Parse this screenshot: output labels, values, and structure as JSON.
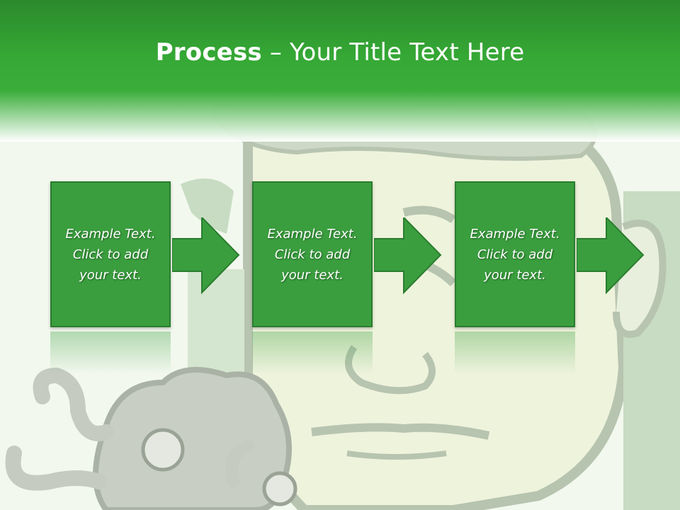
{
  "slide": {
    "title_bold": "Process",
    "title_rest": " – Your Title Text Here"
  },
  "steps": [
    {
      "text": "Example Text.\nClick  to add\nyour text."
    },
    {
      "text": "Example Text.\nClick  to add\nyour text."
    },
    {
      "text": "Example Text.\nClick  to add\nyour text."
    }
  ],
  "colors": {
    "header": "#35a835",
    "box": "#3a9e3e",
    "box_border": "#2a7d2e",
    "illustration": "#b8c8b0"
  },
  "background_illustration": "cartoon face with open head, brain and worms"
}
